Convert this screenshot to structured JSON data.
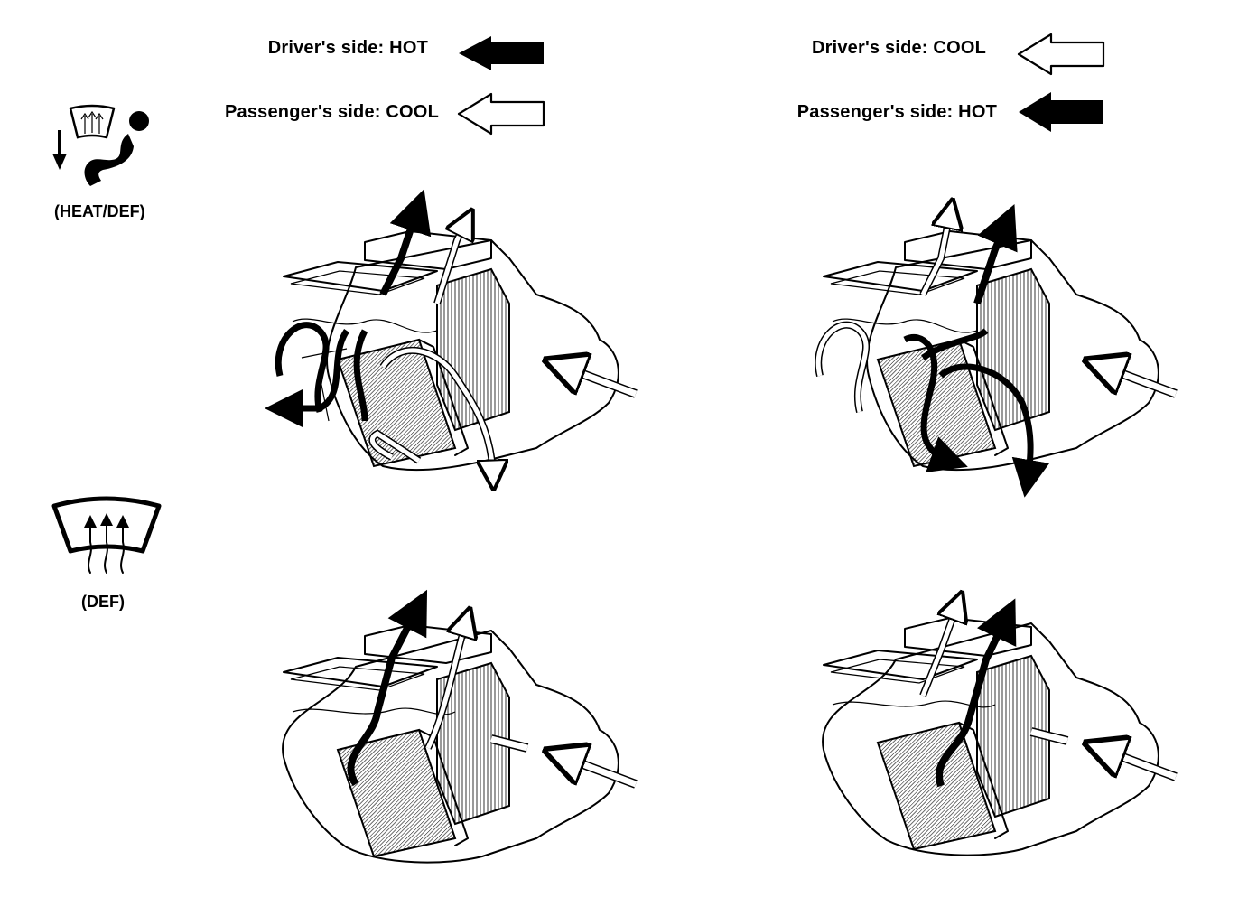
{
  "legends": {
    "left": {
      "driver": "Driver's side: HOT",
      "passenger": "Passenger's side: COOL",
      "driver_arrow": "solid-black-arrow-left",
      "passenger_arrow": "hollow-arrow-left"
    },
    "right": {
      "driver": "Driver's side: COOL",
      "passenger": "Passenger's side: HOT",
      "driver_arrow": "hollow-arrow-left",
      "passenger_arrow": "solid-black-arrow-left"
    }
  },
  "modes": [
    {
      "label": "(HEAT/DEF)",
      "icon": "heat-def-icon"
    },
    {
      "label": "(DEF)",
      "icon": "defrost-icon"
    }
  ]
}
